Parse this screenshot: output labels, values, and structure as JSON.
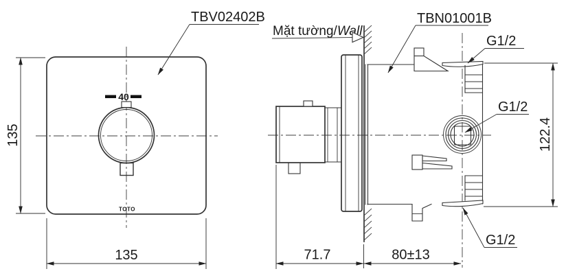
{
  "front": {
    "part_label": "TBV02402B",
    "temp_marking": "40",
    "brand": "TOTO",
    "dim_height": "135",
    "dim_width": "135"
  },
  "side": {
    "part_label": "TBN01001B",
    "wall_label_vi": "Mặt tường/",
    "wall_label_en": "Wall",
    "thread_top": "G1/2",
    "thread_side": "G1/2",
    "thread_bottom": "G1/2",
    "dim_height": "122.4",
    "dim_front_of_wall": "71.7",
    "dim_behind_wall": "80±13"
  },
  "colors": {
    "line": "#333333",
    "text": "#1a1a1a",
    "background": "#ffffff"
  }
}
